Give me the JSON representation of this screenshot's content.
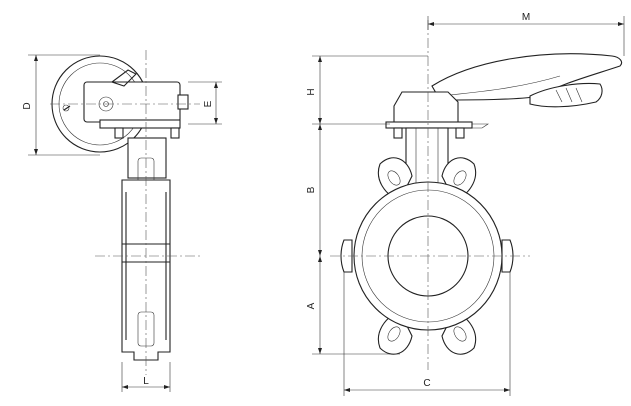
{
  "dimension_labels": {
    "A": "A",
    "B": "B",
    "C": "C",
    "D": "D",
    "E": "E",
    "H": "H",
    "L": "L",
    "M": "M"
  }
}
